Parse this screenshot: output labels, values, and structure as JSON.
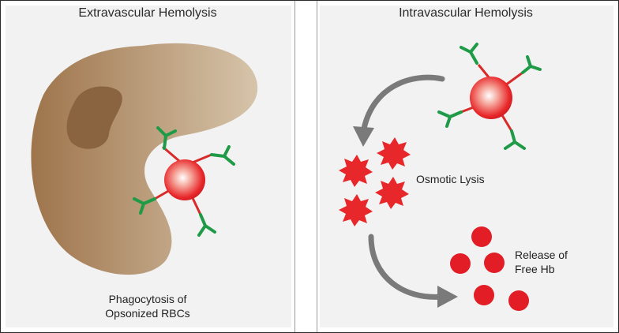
{
  "panels": {
    "left": {
      "title": "Extravascular Hemolysis",
      "caption_line1": "Phagocytosis of",
      "caption_line2": "Opsonized RBCs"
    },
    "right": {
      "title": "Intravascular Hemolysis",
      "osmotic_label": "Osmotic Lysis",
      "release_line1": "Release of",
      "release_line2": "Free Hb"
    }
  },
  "colors": {
    "macrophage": "#b08a63",
    "nucleus": "#8a6340",
    "rbc": "#e8272a",
    "antibody": "#1f9a46",
    "arrow": "#7a7a7a"
  }
}
